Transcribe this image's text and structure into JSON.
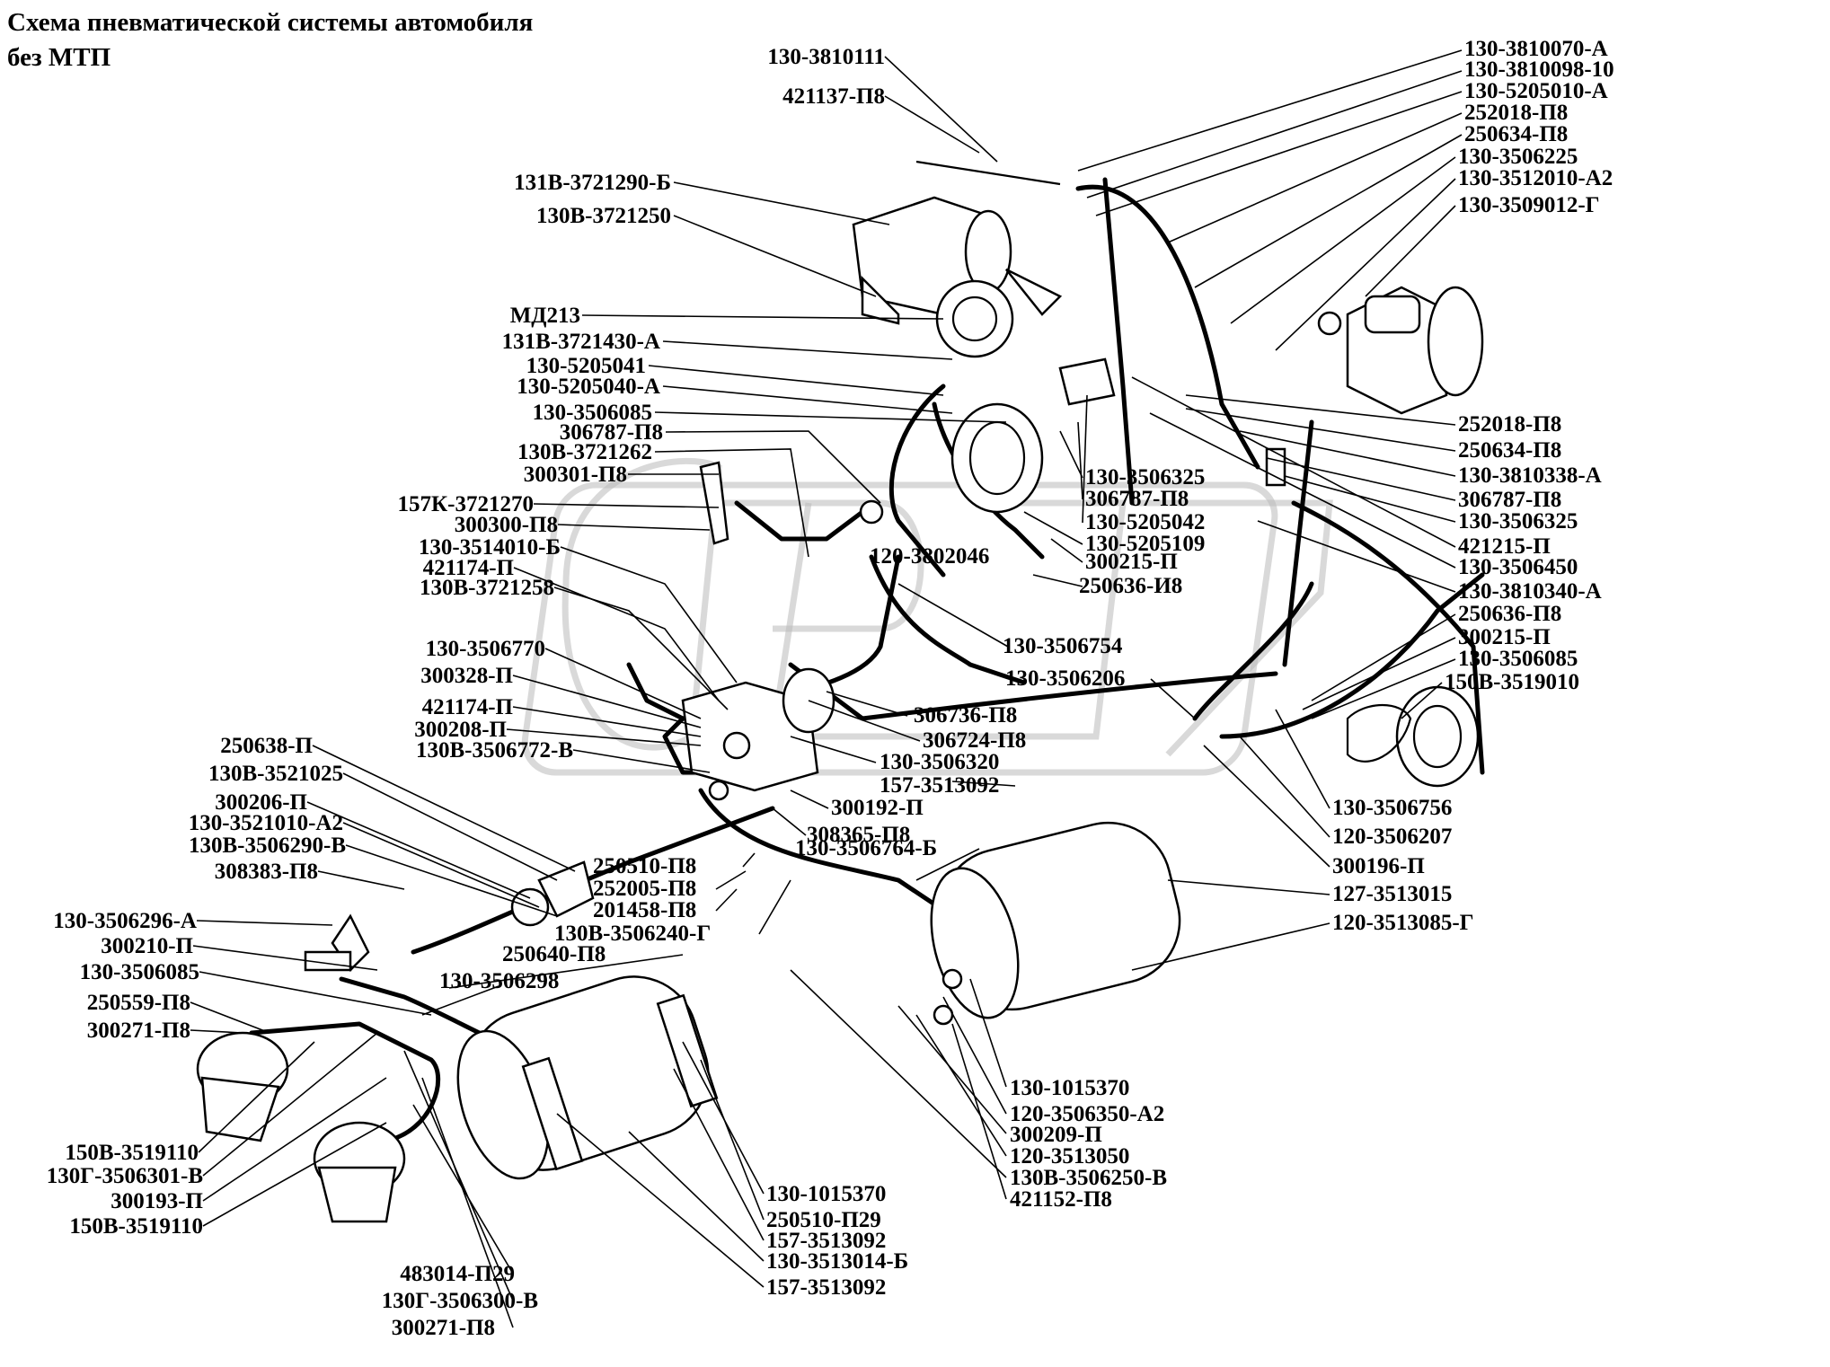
{
  "title": {
    "line1": "Схема пневматической системы автомобиля",
    "line2": "без МТП"
  },
  "labels_left": [
    "130-3810111",
    "421137-П8",
    "131В-3721290-Б",
    "130В-3721250",
    "МД213",
    "131В-3721430-А",
    "130-5205041",
    "130-5205040-А",
    "130-3506085",
    "306787-П8",
    "130В-3721262",
    "300301-П8",
    "157К-3721270",
    "300300-П8",
    "130-3514010-Б",
    "421174-П",
    "130В-3721258",
    "130-3506770",
    "300328-П",
    "421174-П",
    "300208-П",
    "130В-3506772-В",
    "250638-П",
    "130В-3521025",
    "300206-П",
    "130-3521010-А2",
    "130В-3506290-В",
    "308383-П8",
    "130-3506296-А",
    "300210-П",
    "130-3506085",
    "250559-П8",
    "300271-П8",
    "150В-3519110",
    "130Г-3506301-В",
    "300193-П",
    "150В-3519110"
  ],
  "labels_right_top": [
    "130-3810070-А",
    "130-3810098-10",
    "130-5205010-А",
    "252018-П8",
    "250634-П8",
    "130-3506225",
    "130-3512010-А2",
    "130-3509012-Г"
  ],
  "labels_right_mid": [
    "252018-П8",
    "250634-П8",
    "130-3810338-А",
    "306787-П8",
    "130-3506325",
    "421215-П",
    "130-3506450",
    "130-3810340-А",
    "250636-П8",
    "300215-П",
    "130-3506085",
    "150В-3519010",
    "130-3506756",
    "120-3506207",
    "300196-П",
    "127-3513015",
    "120-3513085-Г"
  ],
  "labels_center": [
    "130-3506325",
    "306787-П8",
    "130-5205042",
    "130-5205109",
    "120-3802046",
    "300215-П",
    "250636-И8",
    "130-3506754",
    "130-3506206",
    "306736-П8",
    "306724-П8",
    "130-3506320",
    "157-3513092",
    "300192-П",
    "308365-П8",
    "130-3506764-Б",
    "250510-П8",
    "252005-П8",
    "201458-П8",
    "130В-3506240-Г",
    "250640-П8",
    "130-3506298"
  ],
  "labels_bottom_right": [
    "130-1015370",
    "120-3506350-А2",
    "300209-П",
    "120-3513050",
    "130В-3506250-В",
    "421152-П8"
  ],
  "labels_bottom_center": [
    "130-1015370",
    "250510-П29",
    "157-3513092",
    "130-3513014-Б",
    "157-3513092"
  ],
  "labels_bottom_left": [
    "483014-П29",
    "130Г-3506300-В",
    "300271-П8"
  ]
}
